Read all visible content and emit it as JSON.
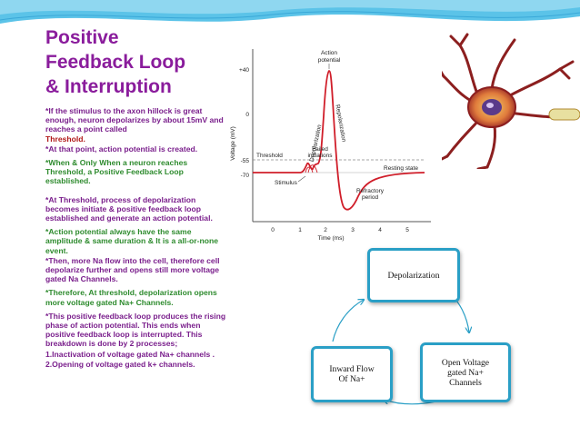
{
  "slide": {
    "title_lines": [
      "Positive",
      "Feedback Loop",
      "& Interruption"
    ],
    "bullets": {
      "b1a": "*If the stimulus to the axon hillock is great enough, neuron depolarizes by about 15mV and reaches  a  point  called",
      "b1b": "Threshold.",
      "b2": "*At that point, action potential is created.",
      "b3": "*When & Only When  a neuron reaches Threshold, a Positive Feedback  Loop established.",
      "b4": "*At Threshold, process of depolarization becomes initiate & positive feedback loop established and generate an action potential.",
      "b5": "*Action potential always have the same amplitude & same duration & It is a all-or-none event.",
      "b6": "*Then, more Na  flow into the cell, therefore cell depolarize further and opens still more voltage gated Na Channels.",
      "b7": "*Therefore, At threshold, depolarization opens more voltage gated Na+ Channels.",
      "b8": "*This positive feedback loop produces the rising phase of action potential. This ends  when positive feedback loop  is interrupted. This breakdown is done by 2 processes;",
      "b9": "1.Inactivation of voltage gated Na+ channels .",
      "b10": "2.Opening of voltage gated  k+ channels."
    }
  },
  "graph": {
    "ylabel": "Voltage (mV)",
    "xlabel": "Time (ms)",
    "yticks": [
      "+40",
      "0",
      "-55",
      "-70"
    ],
    "xticks": [
      "0",
      "1",
      "2",
      "3",
      "4",
      "5"
    ],
    "labels": {
      "action_potential_1": "Action",
      "action_potential_2": "potential",
      "depolarization": "Depolarization",
      "repolarization": "Repolarization",
      "threshold": "Threshold",
      "failed_1": "Failed",
      "failed_2": "initiations",
      "resting": "Resting state",
      "stimulus": "Stimulus",
      "refractory_1": "Refractory",
      "refractory_2": "period"
    },
    "colors": {
      "trace": "#d01e2a",
      "axis": "#555555"
    }
  },
  "cycle": {
    "depolarization": "Depolarization",
    "open_voltage_1": "Open Voltage",
    "open_voltage_2": "gated Na+",
    "open_voltage_3": "Channels",
    "inward_flow_1": "Inward Flow",
    "inward_flow_2": "Of  Na+"
  },
  "colors": {
    "title": "#8a1c9c",
    "green_text": "#2e8b2e",
    "red_text": "#b01818",
    "box_border": "#2a9fc6"
  }
}
